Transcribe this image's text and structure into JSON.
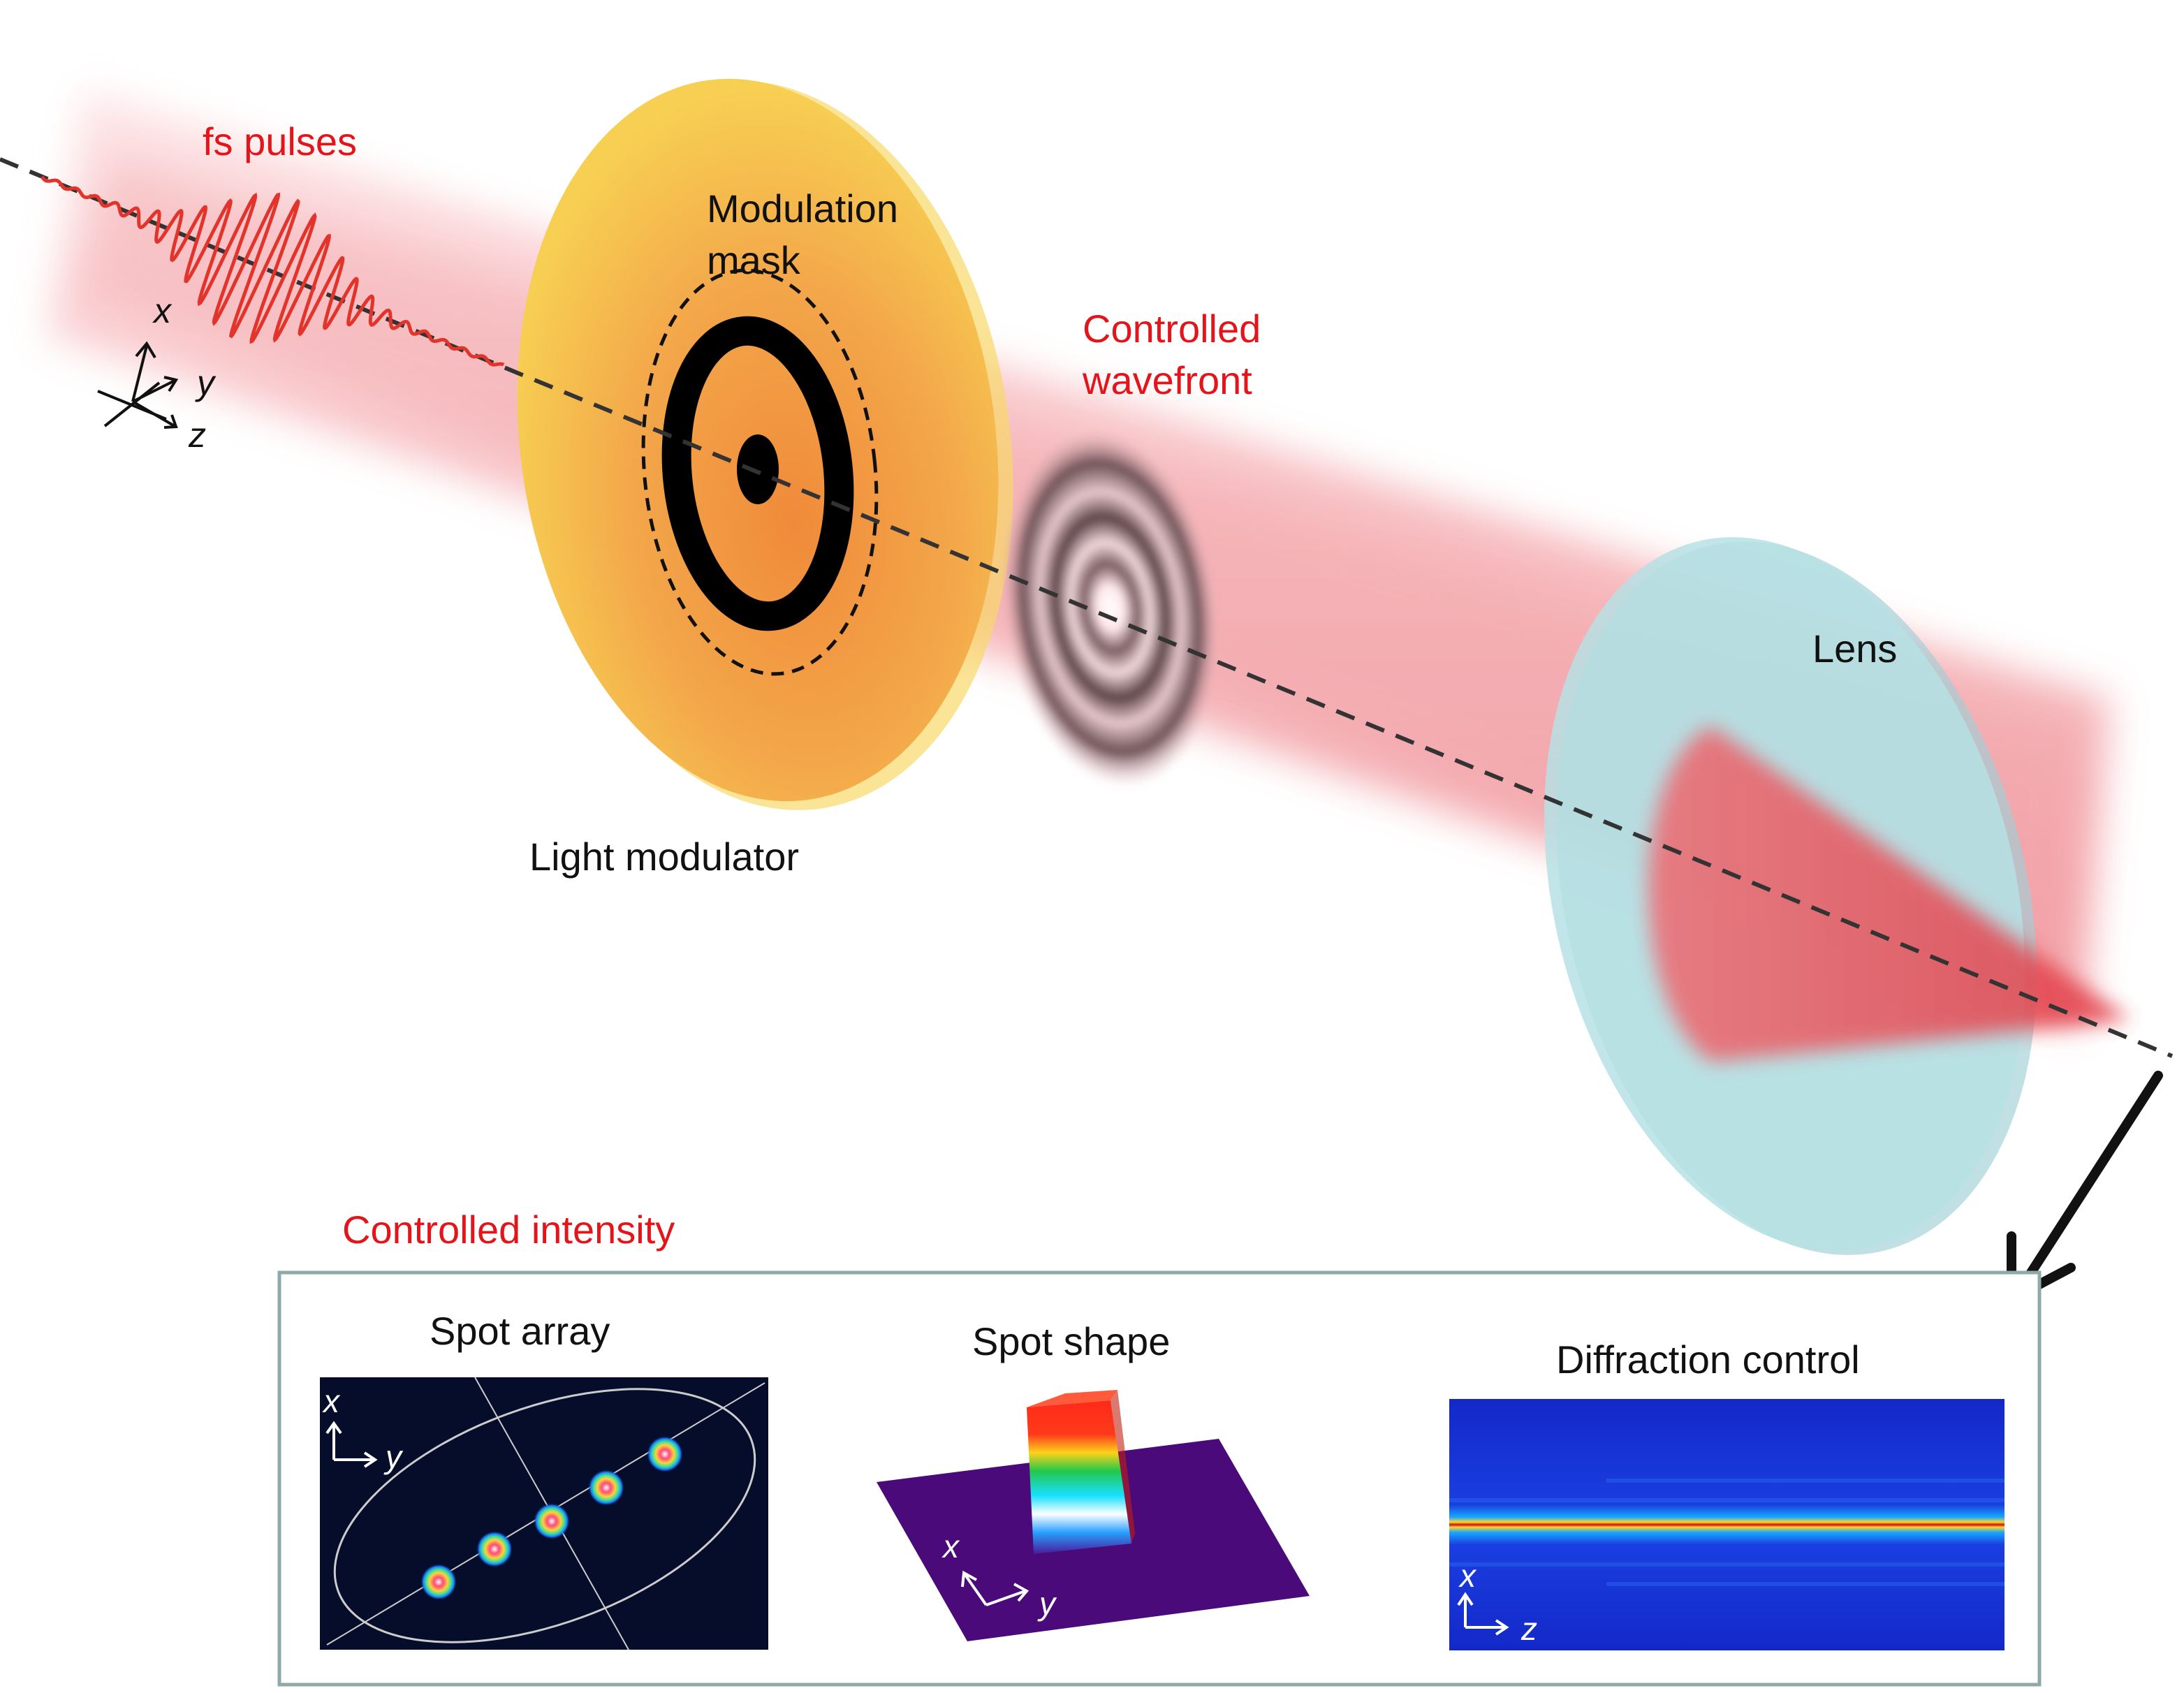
{
  "labels": {
    "fs_pulses": "fs pulses",
    "modulation_mask_line1": "Modulation",
    "modulation_mask_line2": "mask",
    "controlled_wavefront_line1": "Controlled",
    "controlled_wavefront_line2": "wavefront",
    "lens": "Lens",
    "light_modulator": "Light modulator",
    "controlled_intensity": "Controlled intensity"
  },
  "axes_main": {
    "x": "x",
    "y": "y",
    "z": "z"
  },
  "panels": {
    "spot_array": {
      "title": "Spot array",
      "axis1": "x",
      "axis2": "y"
    },
    "spot_shape": {
      "title": "Spot shape",
      "axis1": "x",
      "axis2": "y"
    },
    "diffraction_control": {
      "title": "Diffraction control",
      "axis1": "x",
      "axis2": "z"
    }
  },
  "colors": {
    "accent_red": "#e3151b",
    "beam_pink": "#f4a3a8",
    "modulator_yellow": "#f6c94a",
    "lens_blue": "#a9d7dc",
    "panel_border": "#8fa9a9"
  }
}
